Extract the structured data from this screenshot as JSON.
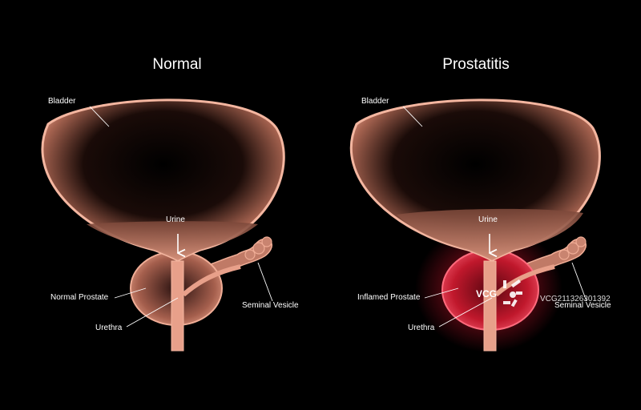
{
  "panels": [
    {
      "title": "Normal",
      "labels": {
        "bladder": "Bladder",
        "urine": "Urine",
        "prostate": "Normal Prostate",
        "urethra": "Urethra",
        "seminal_vesicle": "Seminal Vesicle"
      }
    },
    {
      "title": "Prostatitis",
      "labels": {
        "bladder": "Bladder",
        "urine": "Urine",
        "prostate": "Inflamed Prostate",
        "urethra": "Urethra",
        "seminal_vesicle": "Seminal Vesicle"
      }
    }
  ],
  "watermark": {
    "logo": "VCG",
    "id": "VCG211326301392"
  },
  "colors": {
    "tissue": "#e8a08a",
    "outline": "#f4b6a0",
    "inflamed": "#e3243b"
  }
}
